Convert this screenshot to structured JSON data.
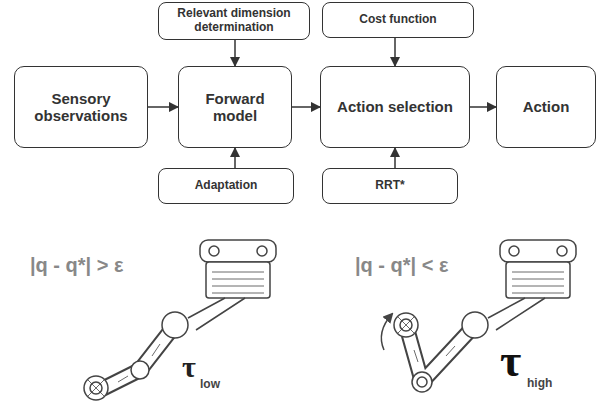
{
  "diagram": {
    "nodes": [
      {
        "text": [
          "Relevant dimension determination"
        ]
      },
      {
        "text": [
          "Cost function"
        ]
      },
      {
        "text": [
          "Sensory observations"
        ]
      },
      {
        "text": [
          "Forward model"
        ]
      },
      {
        "text": [
          "Action selection"
        ]
      },
      {
        "text": [
          "Action"
        ]
      },
      {
        "text": [
          "Adaptation"
        ]
      },
      {
        "text": [
          "RRT*"
        ]
      }
    ],
    "edges": [
      {
        "from": 2,
        "to": 3,
        "arrow": "to"
      },
      {
        "from": 3,
        "to": 4,
        "arrow": "to"
      },
      {
        "from": 4,
        "to": 5,
        "arrow": "to"
      },
      {
        "from": 0,
        "to": 3,
        "arrow": "to"
      },
      {
        "from": 1,
        "to": 4,
        "arrow": "to"
      },
      {
        "from": 6,
        "to": 3,
        "arrow": "to"
      },
      {
        "from": 7,
        "to": 4,
        "arrow": "to"
      }
    ],
    "labels": [
      "|q - q*| > ε",
      "τ",
      "low",
      "|q - q*| < ε",
      "τ",
      "high"
    ]
  }
}
